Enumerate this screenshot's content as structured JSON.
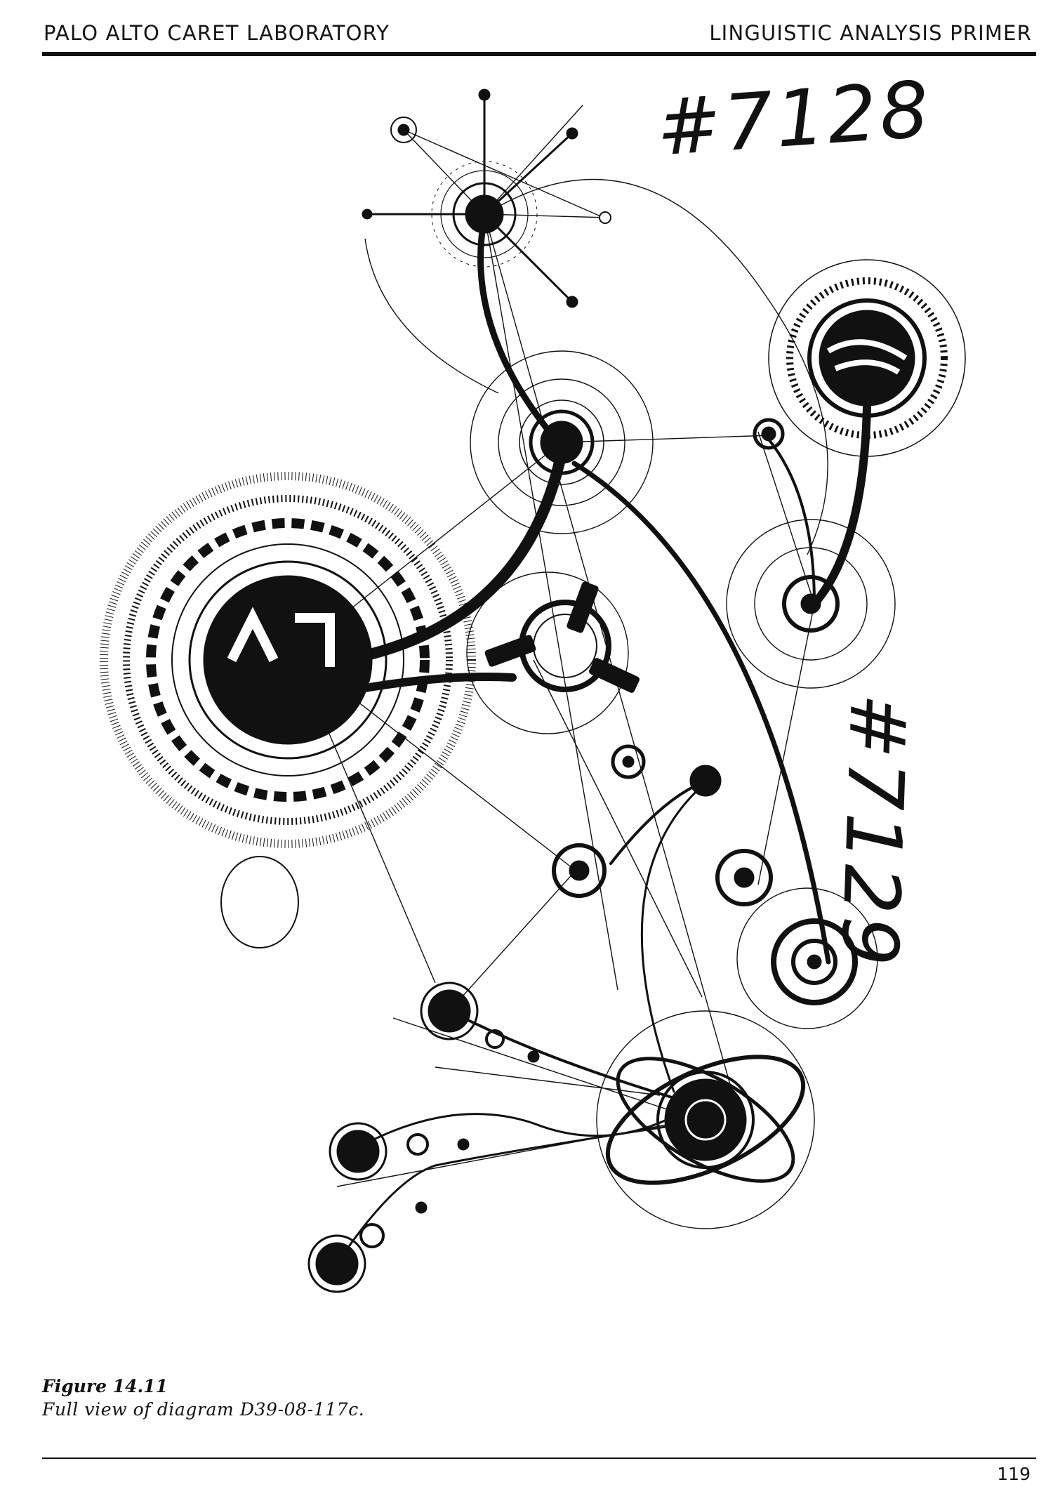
{
  "header": {
    "left": "PALO ALTO CARET LABORATORY",
    "right": "LINGUISTIC ANALYSIS PRIMER"
  },
  "figure": {
    "label": "Figure 14.11",
    "caption": "Full view of diagram D39-08-117c."
  },
  "annotations": {
    "handwritten_top": "#7128",
    "handwritten_right": "#7129"
  },
  "page_number": "119",
  "colors": {
    "ink": "#111111",
    "paper": "#ffffff"
  }
}
